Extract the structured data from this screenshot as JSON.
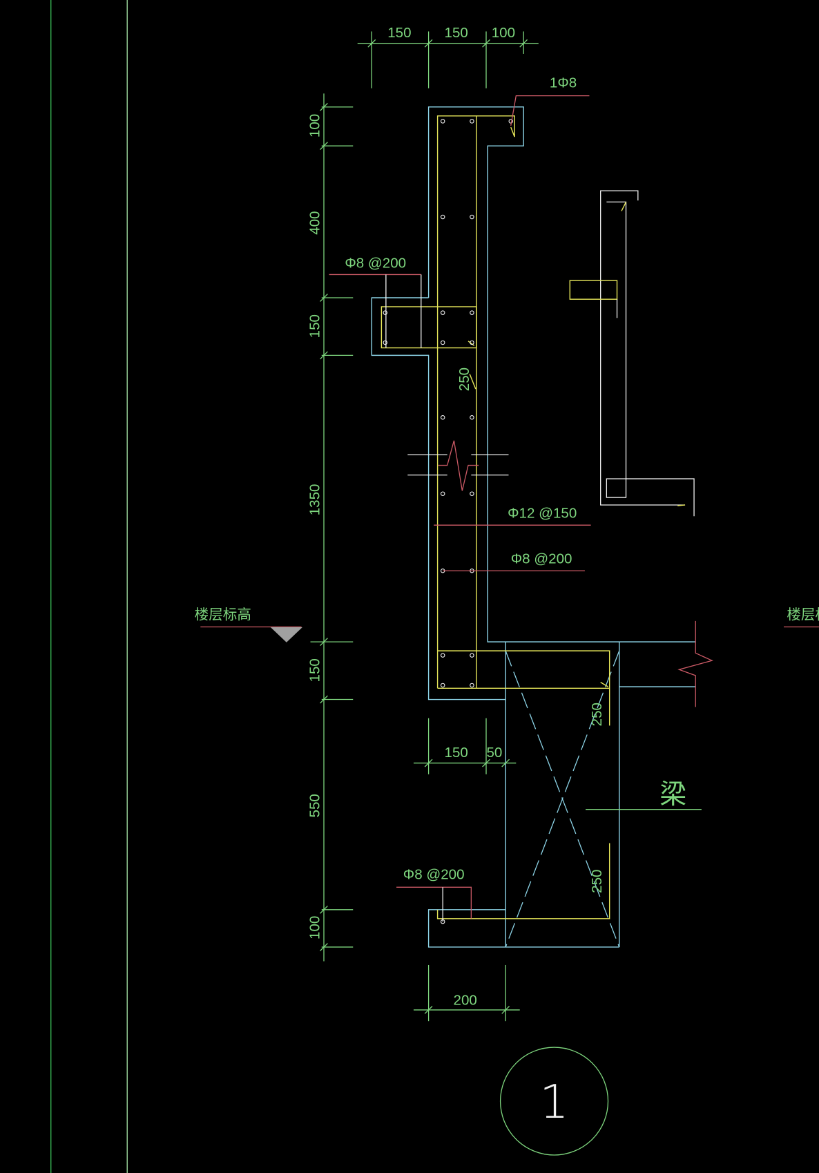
{
  "drawing": {
    "top_dimensions": [
      "150",
      "150",
      "100"
    ],
    "left_dimensions": [
      "100",
      "400",
      "150",
      "1350",
      "150",
      "550",
      "100"
    ],
    "bottom_wall_dimensions": [
      "150",
      "50"
    ],
    "bottom_beam_dimension": "200",
    "rebar_labels": {
      "top_bar": "1Φ8",
      "corbel_stirrup": "Φ8 @200",
      "vertical_bars": "Φ12 @150",
      "horizontal_bars": "Φ8 @200",
      "bottom_stirrup": "Φ8 @200"
    },
    "anchor_lengths": [
      "250",
      "250",
      "250"
    ],
    "floor_elevation_left": "楼层标高",
    "floor_elevation_right": "楼层标",
    "beam_label": "梁",
    "detail_number": "1"
  },
  "colors": {
    "background": "#000000",
    "dimension": "#7ed67e",
    "outline": "#8cd3e6",
    "rebar": "#e6e65a",
    "leader": "#cc5a66",
    "detail": "#f2f2f2"
  }
}
